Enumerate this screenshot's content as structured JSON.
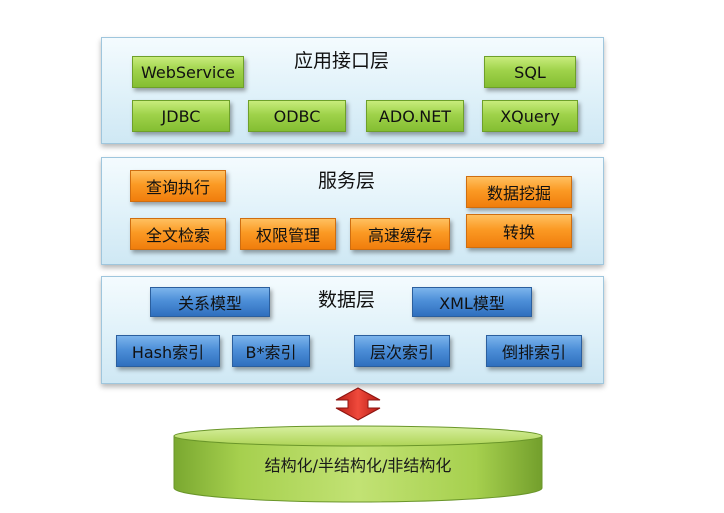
{
  "layers": {
    "app": {
      "title": "应用接口层",
      "items": {
        "webservice": "WebService",
        "sql": "SQL",
        "jdbc": "JDBC",
        "odbc": "ODBC",
        "adonet": "ADO.NET",
        "xquery": "XQuery"
      }
    },
    "service": {
      "title": "服务层",
      "items": {
        "query_exec": "查询执行",
        "data_mining": "数据挖掘",
        "fulltext": "全文检索",
        "permission": "权限管理",
        "cache": "高速缓存",
        "transform": "转换"
      }
    },
    "data": {
      "title": "数据层",
      "items": {
        "relational": "关系模型",
        "xml": "XML模型",
        "hash_index": "Hash索引",
        "btree_index": "B*索引",
        "level_index": "层次索引",
        "inverted_index": "倒排索引"
      }
    }
  },
  "storage": {
    "label": "结构化/半结构化/非结构化"
  },
  "colors": {
    "app_items": "#9fd24a",
    "service_items": "#fb9a24",
    "data_items": "#4d8fd8",
    "arrow": "#e8332b",
    "storage": "#a6d04e",
    "layer_bg": "#dff1f9"
  }
}
